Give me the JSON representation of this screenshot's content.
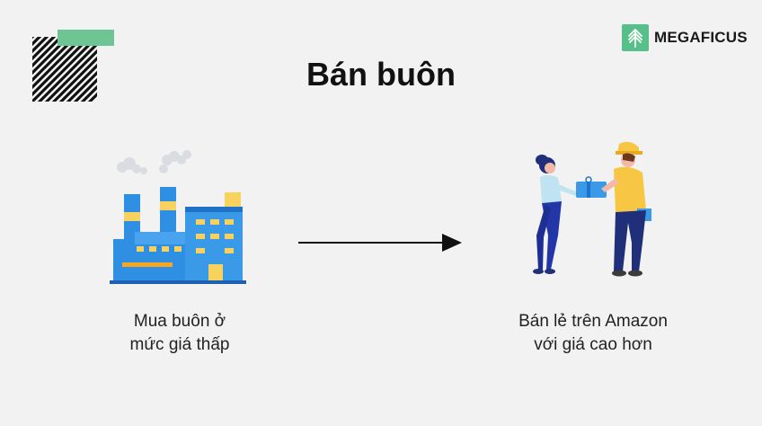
{
  "brand": {
    "name": "MEGAFICUS",
    "icon": "ficus-leaf-icon",
    "color": "#57c08a"
  },
  "title": "Bán buôn",
  "steps": [
    {
      "icon": "factory-icon",
      "lines": [
        "Mua buôn ở",
        "mức giá thấp"
      ]
    },
    {
      "icon": "handover-people-icon",
      "lines": [
        "Bán lẻ trên Amazon",
        "với giá cao hơn"
      ]
    }
  ],
  "connector": {
    "icon": "arrow-right-icon"
  },
  "colors": {
    "background": "#f2f2f2",
    "accent_green": "#6cc593",
    "factory_blue": "#2f8fe3",
    "factory_yellow": "#f7d25e",
    "navy": "#1f2f7a"
  }
}
